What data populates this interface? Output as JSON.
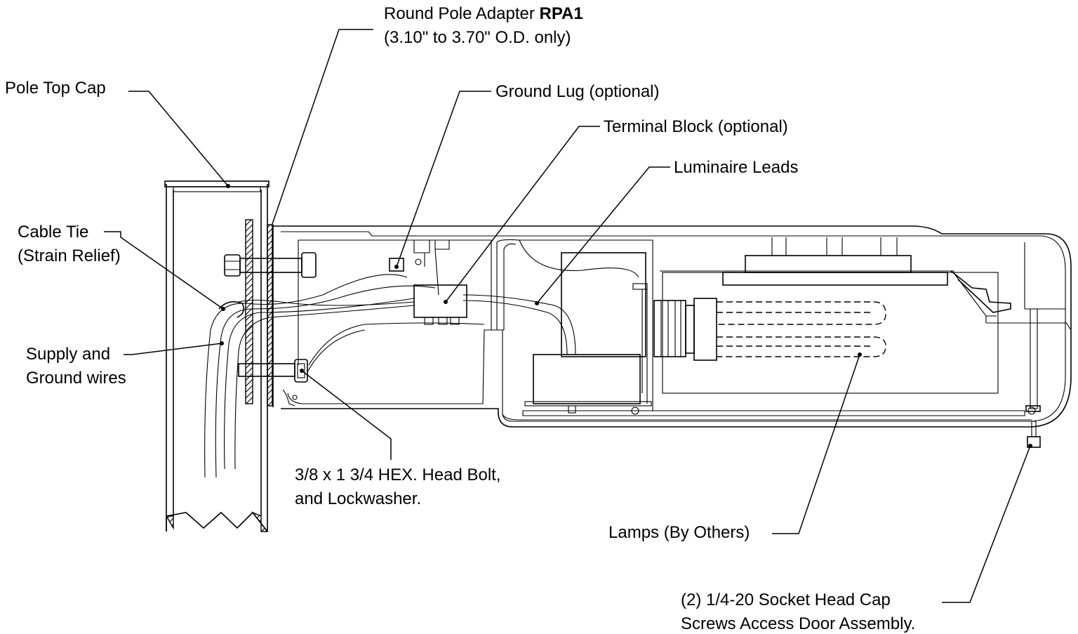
{
  "labels": {
    "rpa_line1_prefix": "Round Pole Adapter ",
    "rpa_line1_bold": "RPA1",
    "rpa_line2": "(3.10\" to 3.70\" O.D. only)",
    "pole_top_cap": "Pole Top Cap",
    "ground_lug": "Ground Lug (optional)",
    "terminal_block": "Terminal Block (optional)",
    "luminaire_leads": "Luminaire Leads",
    "cable_tie_line1": "Cable Tie",
    "cable_tie_line2": "(Strain Relief)",
    "supply_line1": "Supply and",
    "supply_line2": "Ground wires",
    "bolt_line1": "3/8  x 1 3/4 HEX. Head Bolt,",
    "bolt_line2": "and Lockwasher.",
    "lamps": "Lamps (By Others)",
    "screws_line1": "(2)  1/4-20 Socket Head Cap",
    "screws_line2": "Screws Access Door Assembly."
  }
}
